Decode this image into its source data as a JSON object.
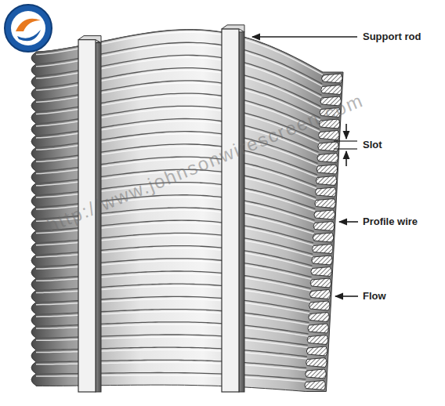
{
  "diagram": {
    "labels": [
      "Support rod",
      "Slot",
      "Profile wire",
      "Flow",
      "http://www.johnsonwirescreen.com"
    ]
  }
}
